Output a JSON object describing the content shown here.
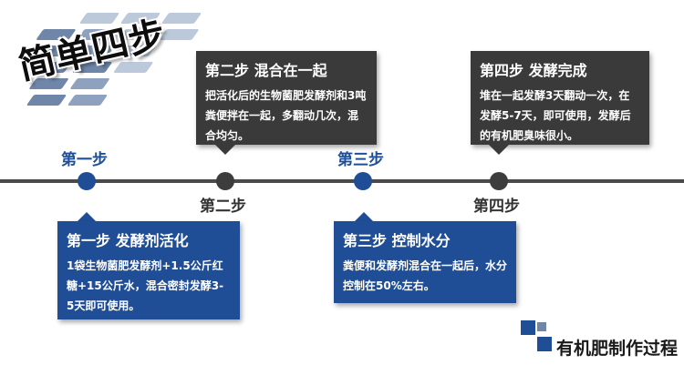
{
  "title": "简单四步",
  "steps": [
    {
      "label": "第一步",
      "title": "第一步 发酵剂活化",
      "body": "1袋生物菌肥发酵剂+1.5公斤红糖+15公斤水，混合密封发酵3-5天即可使用。"
    },
    {
      "label": "第二步",
      "title": "第二步 混合在一起",
      "body": "把活化后的生物菌肥发酵剂和3吨粪便拌在一起，多翻动几次，混合均匀。"
    },
    {
      "label": "第三步",
      "title": "第三步 控制水分",
      "body": "粪便和发酵剂混合在一起后，水分控制在50%左右。"
    },
    {
      "label": "第四步",
      "title": "第四步 发酵完成",
      "body": "堆在一起发酵3天翻动一次，在发酵5-7天，即可使用，发酵后的有机肥臭味很小。"
    }
  ],
  "footer": "有机肥制作过程",
  "colors": {
    "blue": "#1f4e96",
    "dark": "#3a3a3a",
    "line": "#4a4a4a",
    "tile_dark": "#6f86a8",
    "tile_light": "#bcc9da"
  }
}
